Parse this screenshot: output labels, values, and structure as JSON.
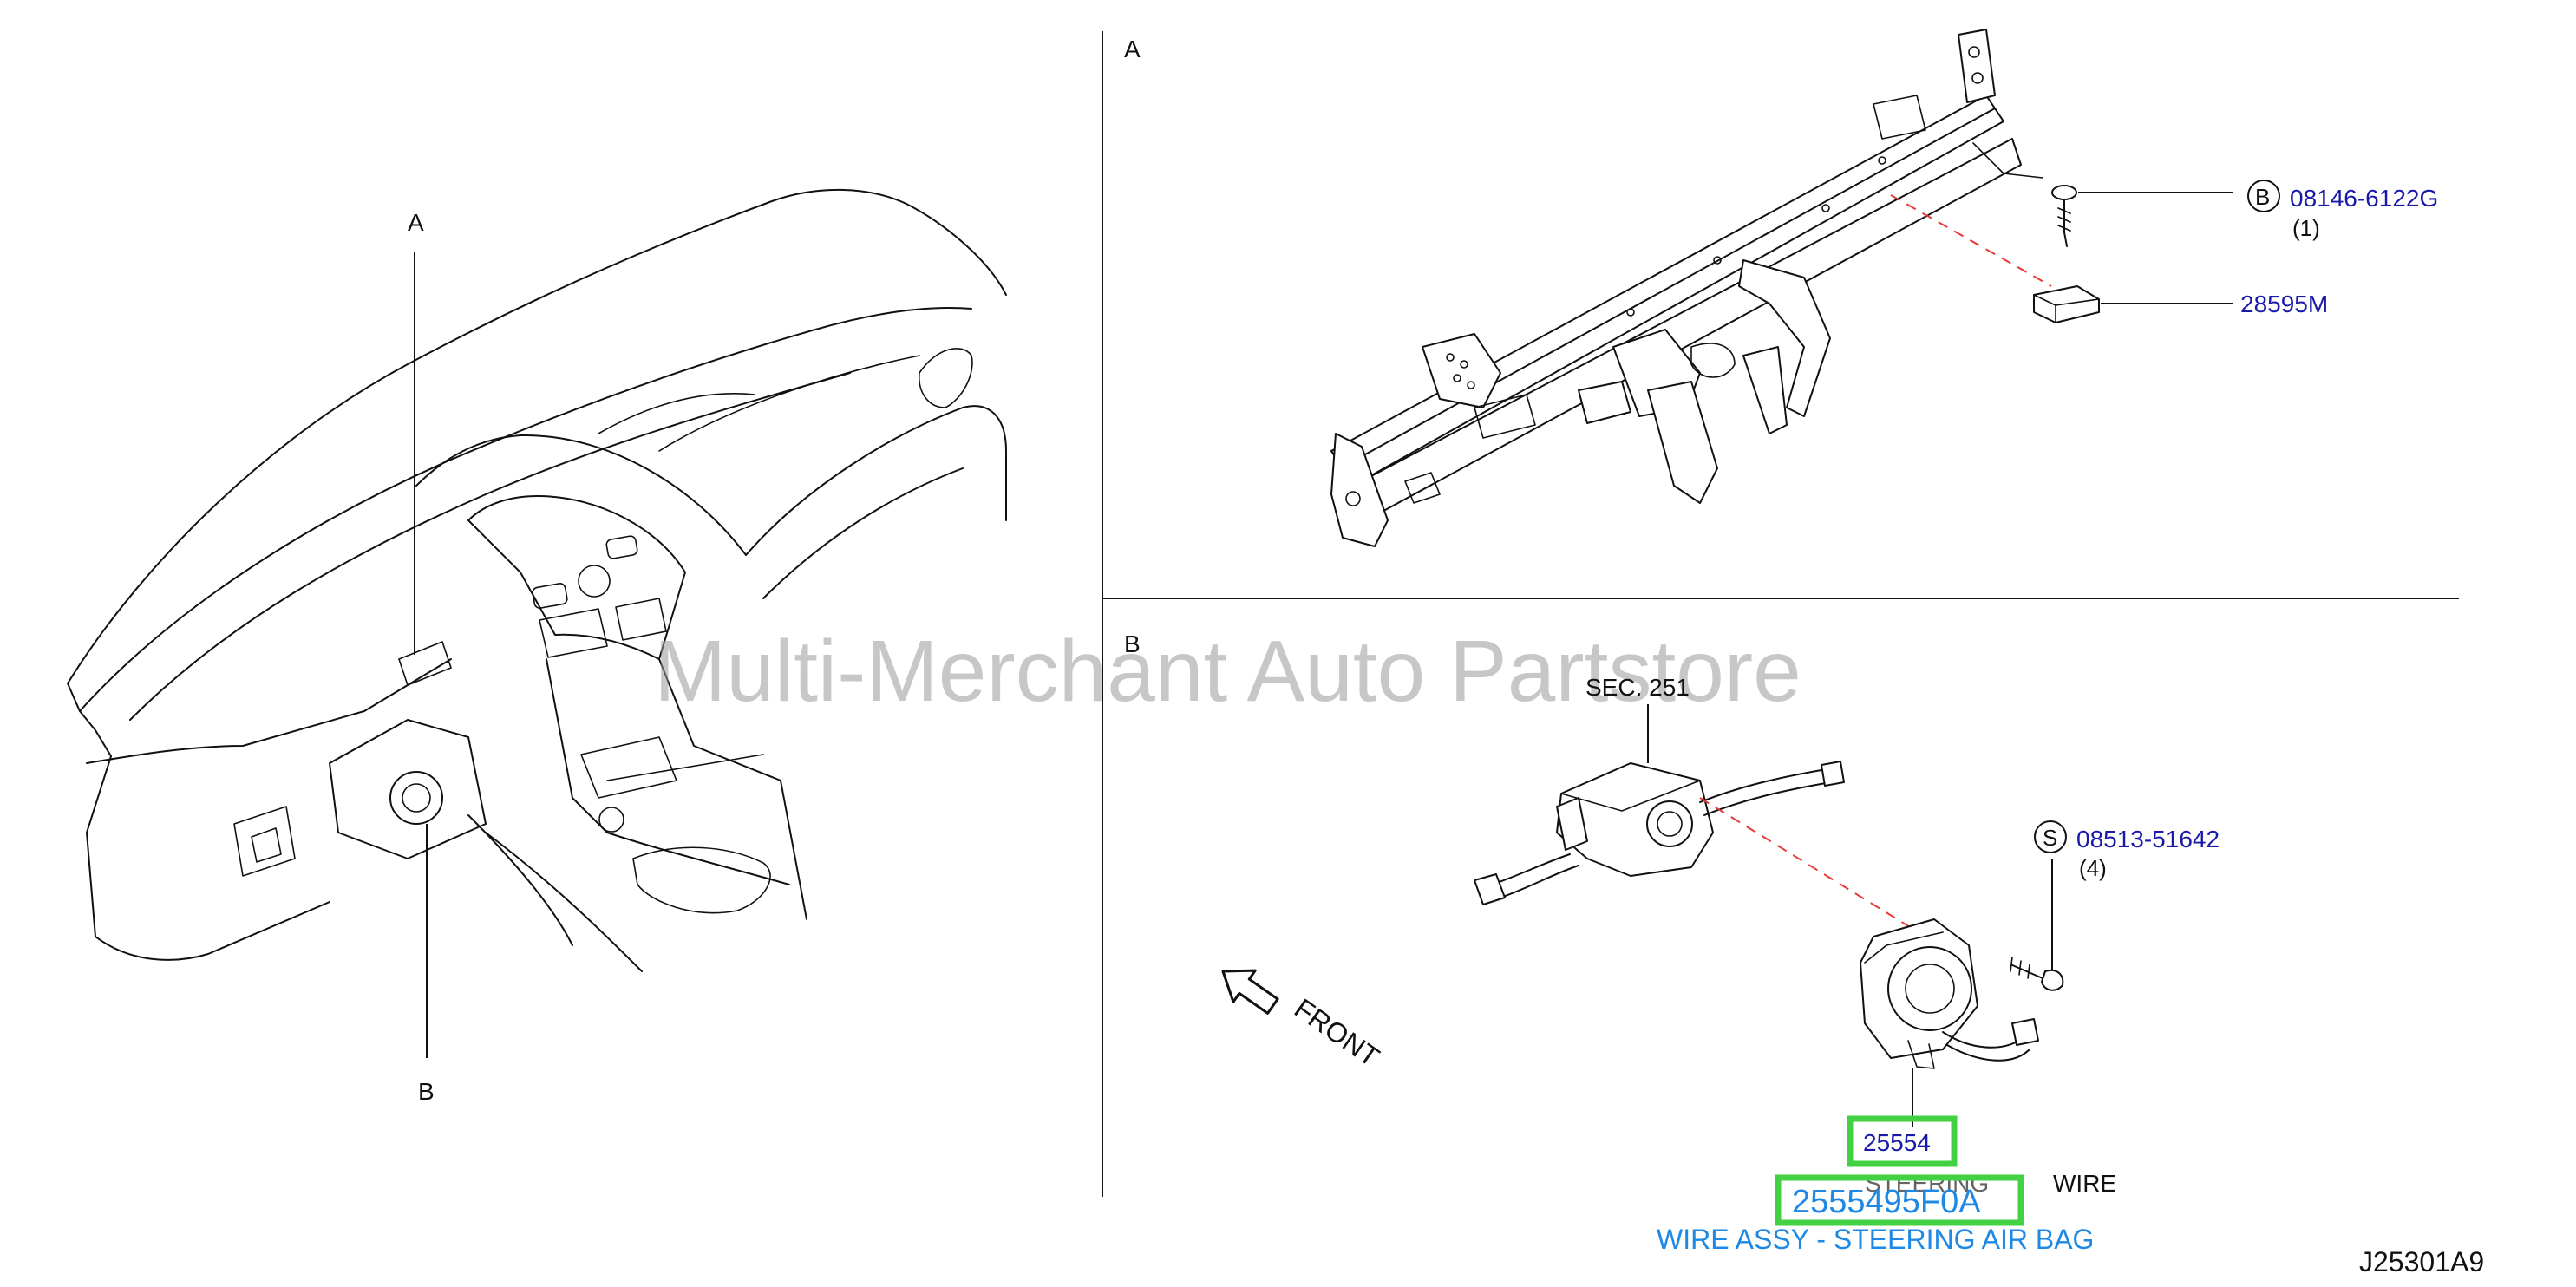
{
  "panels": {
    "overview": {
      "callout_a": "A",
      "callout_b": "B"
    },
    "panel_a": {
      "title": "A",
      "parts": [
        {
          "ref": "B",
          "number": "08146-6122G",
          "qty": "(1)"
        },
        {
          "number": "28595M"
        }
      ]
    },
    "panel_b": {
      "title": "B",
      "section_ref": "SEC. 251",
      "front_label": "FRONT",
      "screw": {
        "ref": "S",
        "number": "08513-51642",
        "qty": "(4)"
      },
      "highlighted_part": {
        "number": "25554",
        "name_left": "STEERING",
        "name_right": "WIRE",
        "part_number": "2555495F0A",
        "description": "WIRE ASSY - STEERING AIR BAG"
      }
    }
  },
  "watermark": "Multi-Merchant Auto Partstore",
  "diagram_code": "J25301A9",
  "colors": {
    "part_link": "#1a1aa8",
    "highlight_box": "#43d143",
    "part_number_text": "#1e88e5",
    "leader_dash": "#e53935"
  }
}
